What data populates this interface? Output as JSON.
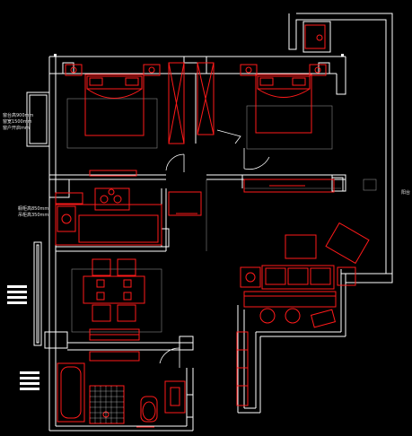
{
  "drawing": {
    "type": "apartment floor plan (CAD)",
    "colors": {
      "background": "#000000",
      "wall": "#ffffff",
      "furniture": "#ff1a1a",
      "thin_line": "#b0b0b0",
      "door_arc": "#ffffff"
    }
  },
  "annotations": {
    "left_upper": [
      "窗台高900mm",
      "窗宽1500mm",
      "窗户开启mm"
    ],
    "kitchen": [
      "橱柜高850mm",
      "吊柜高350mm"
    ],
    "right_balcony": "阳台"
  }
}
